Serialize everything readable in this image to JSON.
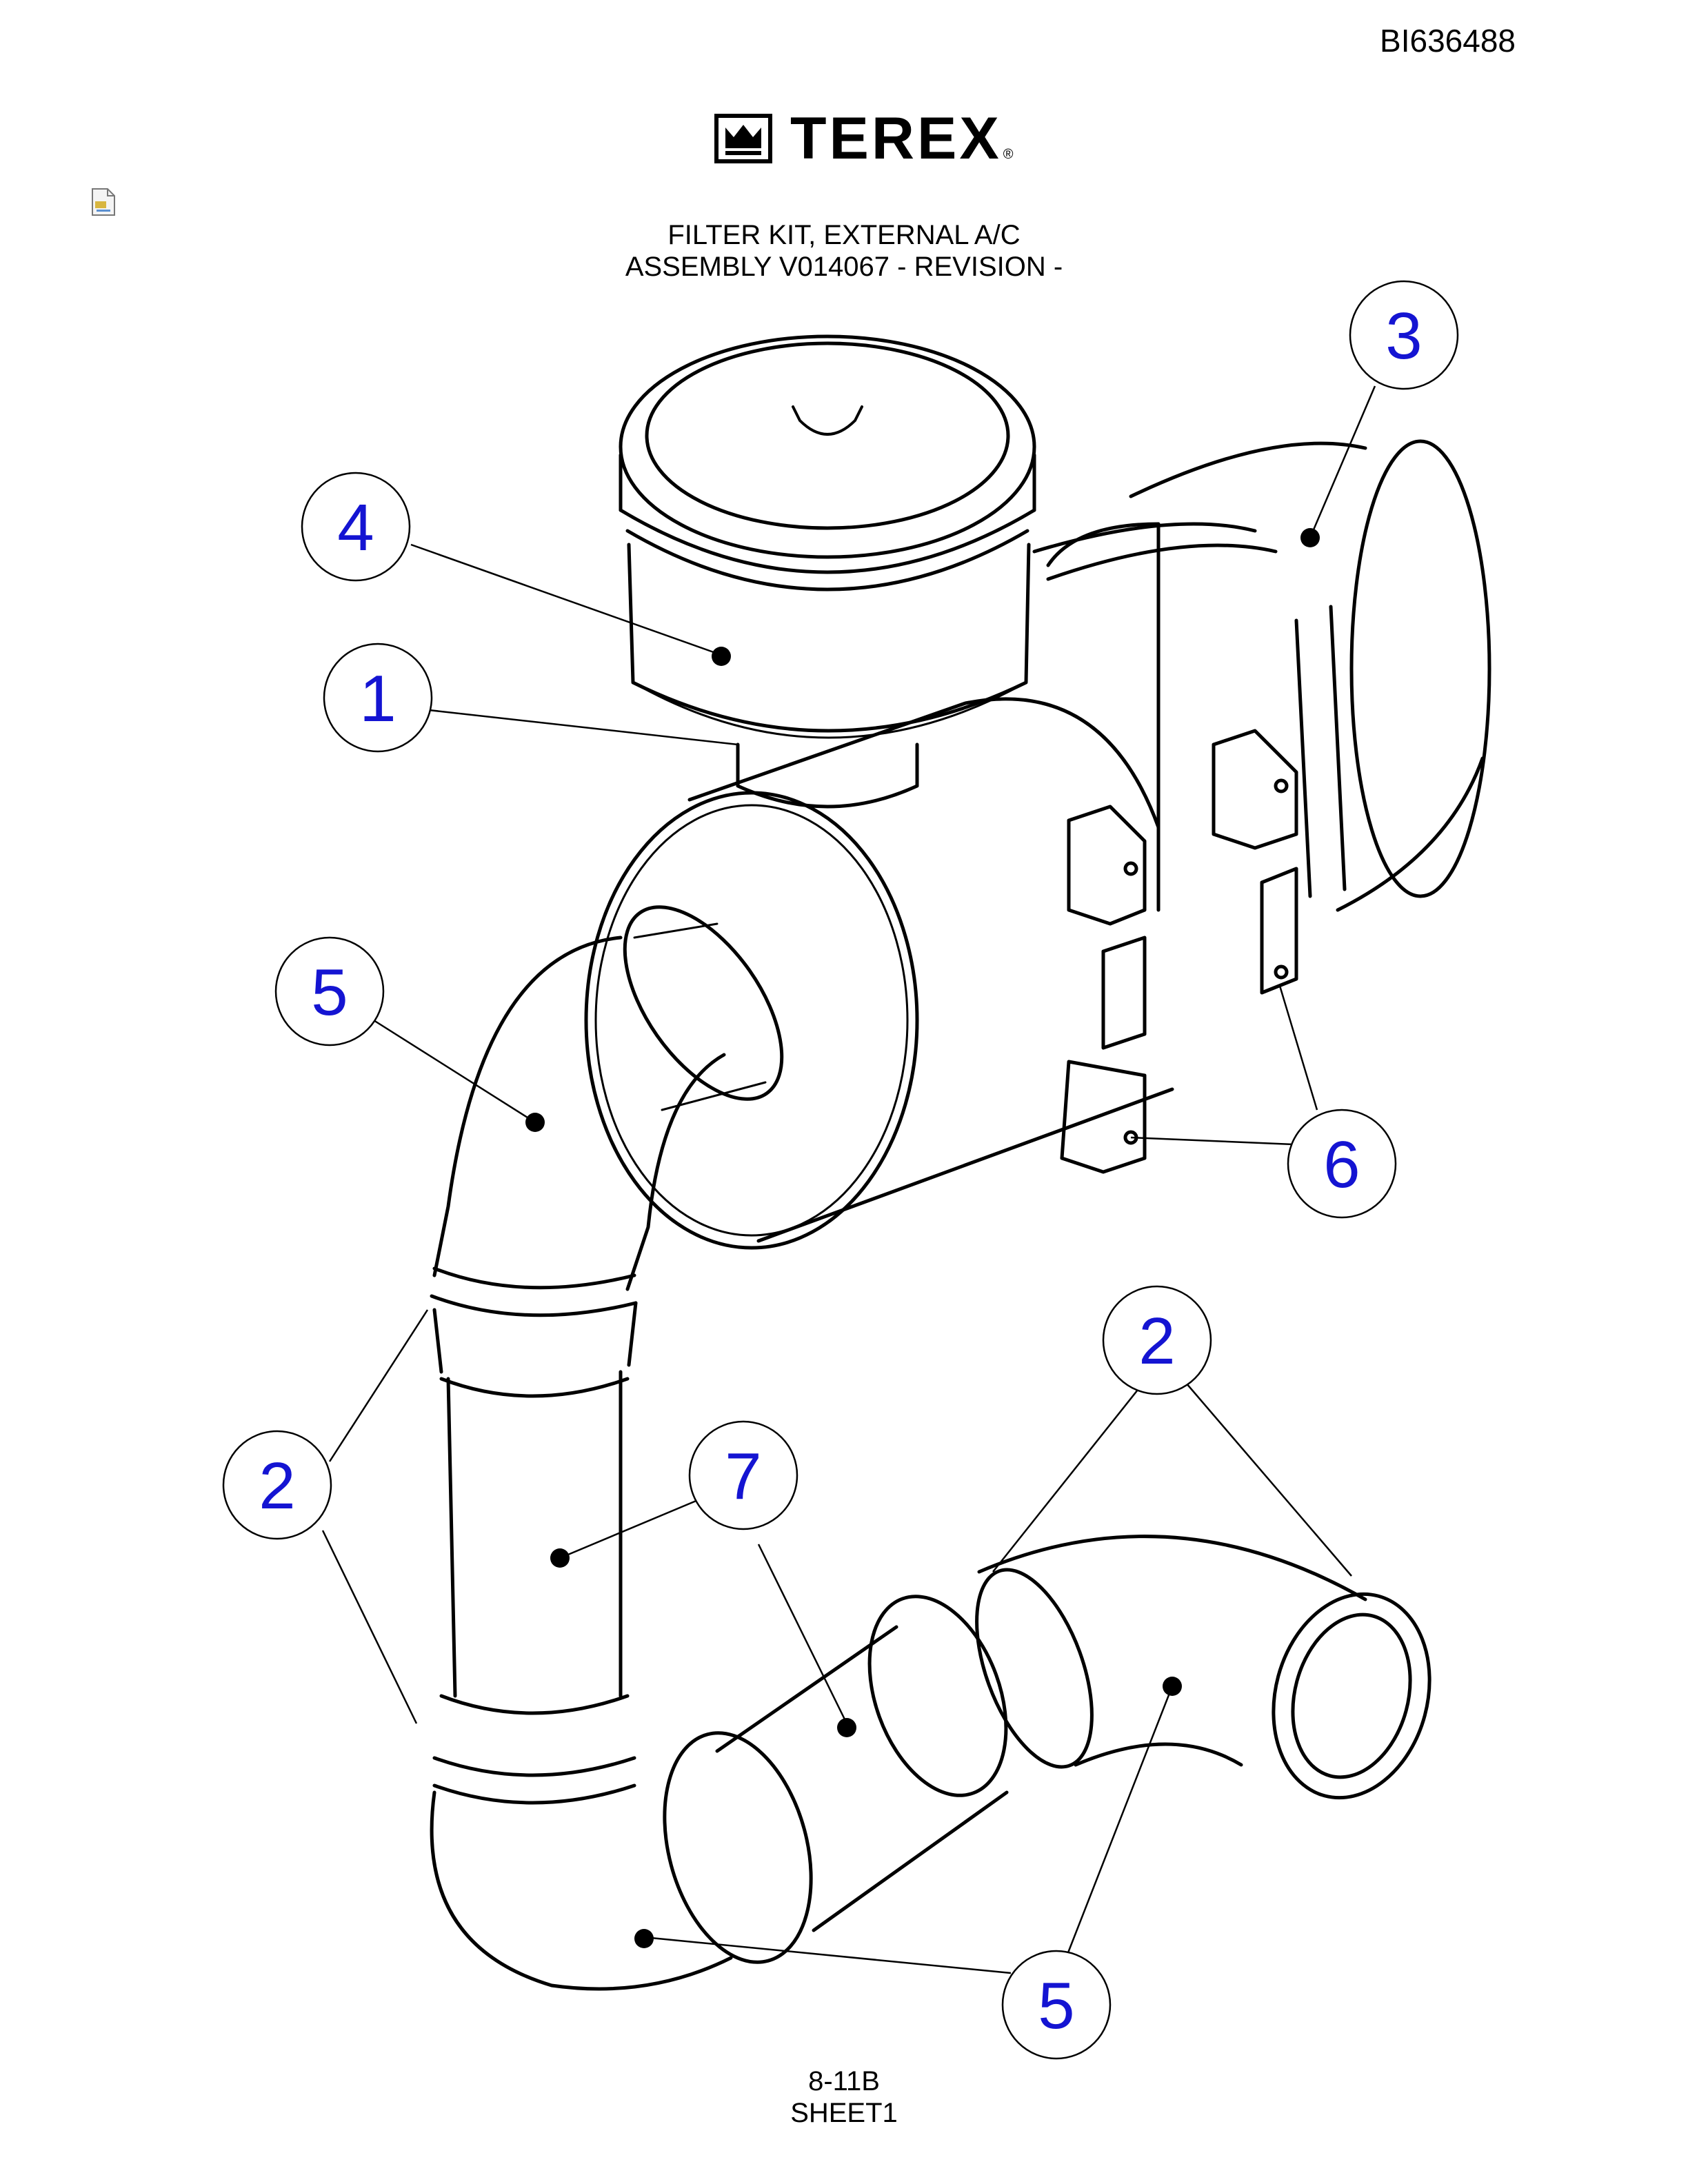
{
  "document_id": "BI636488",
  "logo": {
    "brand": "TEREX",
    "registered": "®"
  },
  "title": {
    "line1": "FILTER KIT, EXTERNAL A/C",
    "line2": "ASSEMBLY V014067 - REVISION -"
  },
  "callouts": [
    {
      "id": "callout-3",
      "label": "3"
    },
    {
      "id": "callout-4",
      "label": "4"
    },
    {
      "id": "callout-1",
      "label": "1"
    },
    {
      "id": "callout-5-top",
      "label": "5"
    },
    {
      "id": "callout-6",
      "label": "6"
    },
    {
      "id": "callout-2-right",
      "label": "2"
    },
    {
      "id": "callout-2-left",
      "label": "2"
    },
    {
      "id": "callout-7",
      "label": "7"
    },
    {
      "id": "callout-5-bottom",
      "label": "5"
    }
  ],
  "footer": {
    "page": "8-11B",
    "sheet": "SHEET1"
  },
  "colors": {
    "callout_text": "#1414d2",
    "line": "#000000"
  }
}
